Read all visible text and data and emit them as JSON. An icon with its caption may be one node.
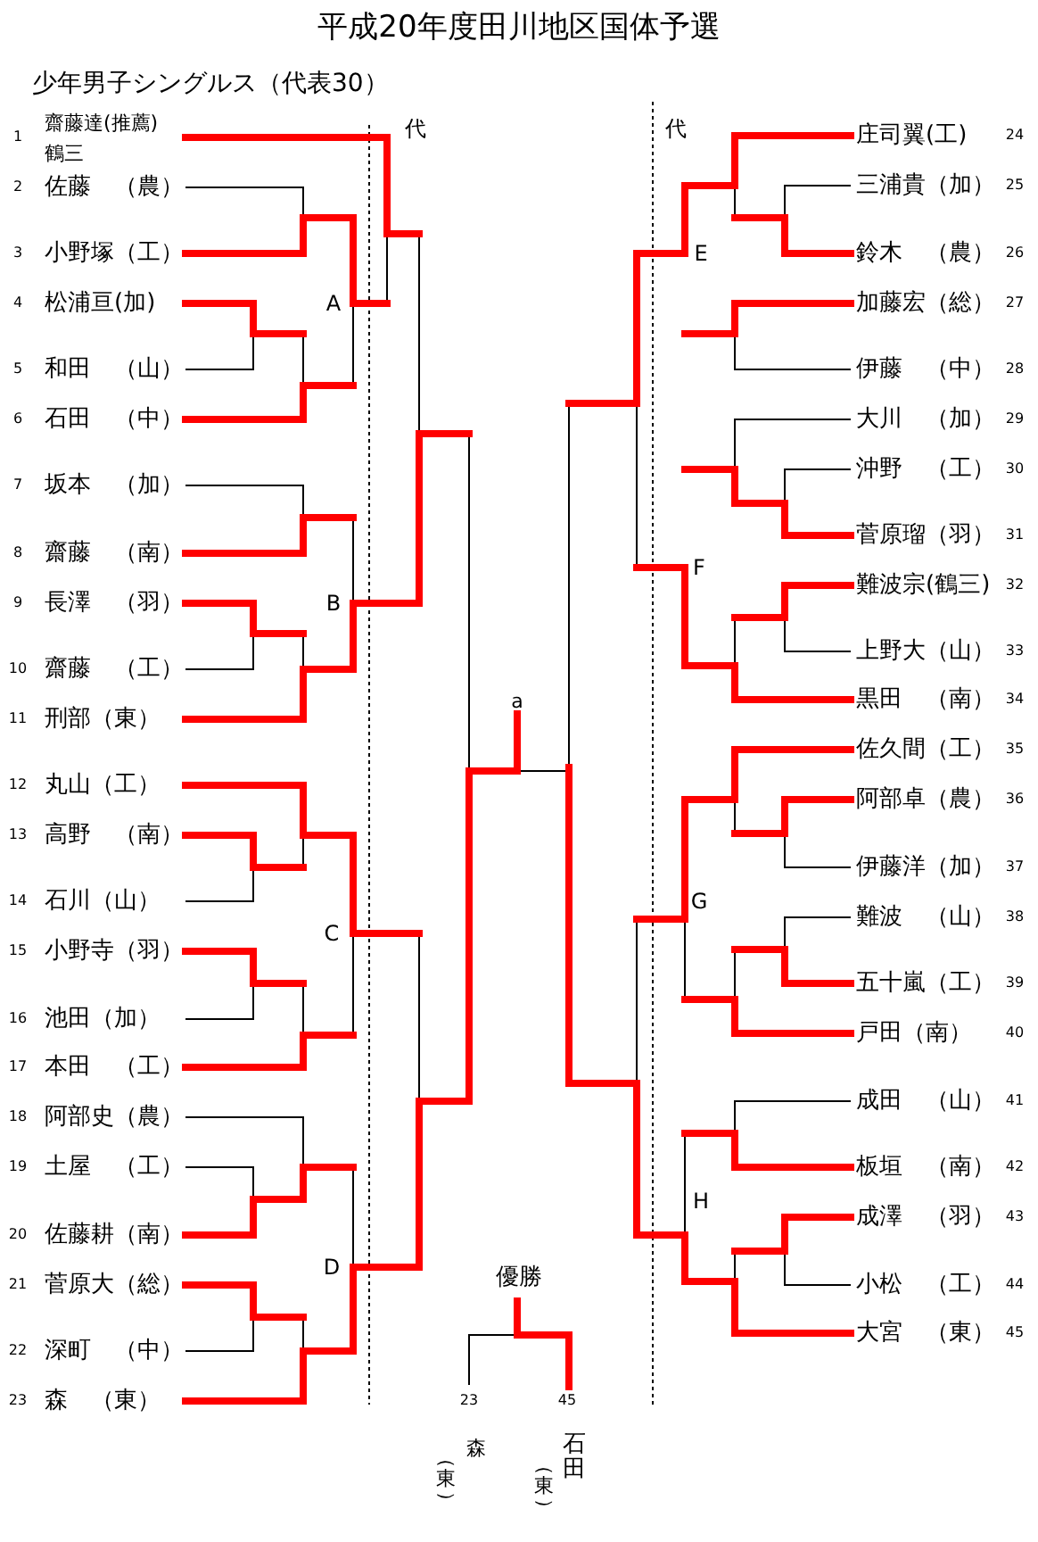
{
  "diagram": {
    "title": "平成20年度田川地区国体予選",
    "labels": [
      "少年男子シングルス（代表30）",
      "代",
      "代",
      "1",
      "齋藤達(推薦)",
      "鶴三",
      "2",
      "佐藤　（農）",
      "3",
      "小野塚（工）",
      "4",
      "松浦亘(加)",
      "5",
      "和田　（山）",
      "6",
      "石田　（中）",
      "7",
      "坂本　（加）",
      "8",
      "齋藤　（南）",
      "9",
      "長澤　（羽）",
      "10",
      "齋藤　（工）",
      "11",
      "刑部（東）",
      "12",
      "丸山（工）",
      "13",
      "高野　（南）",
      "14",
      "石川（山）",
      "15",
      "小野寺（羽）",
      "16",
      "池田（加）",
      "17",
      "本田　（工）",
      "18",
      "阿部史（農）",
      "19",
      "土屋　（工）",
      "20",
      "佐藤耕（南）",
      "21",
      "菅原大（総）",
      "22",
      "深町　（中）",
      "23",
      "森　（東）",
      "庄司翼(工)",
      "24",
      "三浦貴（加）",
      "25",
      "鈴木　（農）",
      "26",
      "加藤宏（総）",
      "27",
      "伊藤　（中）",
      "28",
      "大川　（加）",
      "29",
      "沖野　（工）",
      "30",
      "菅原瑠（羽）",
      "31",
      "難波宗(鶴三)",
      "32",
      "上野大（山）",
      "33",
      "黒田　（南）",
      "34",
      "佐久間（工）",
      "35",
      "阿部卓（農）",
      "36",
      "伊藤洋（加）",
      "37",
      "難波　（山）",
      "38",
      "五十嵐（工）",
      "39",
      "戸田（南）",
      "40",
      "成田　（山）",
      "41",
      "板垣　（南）",
      "42",
      "成澤　（羽）",
      "43",
      "小松　（工）",
      "44",
      "大宮　（東）",
      "45",
      "A",
      "B",
      "C",
      "D",
      "E",
      "F",
      "G",
      "H",
      "a",
      "優勝",
      "23",
      "45",
      "森",
      "（東）",
      "石田",
      "（東）"
    ]
  }
}
